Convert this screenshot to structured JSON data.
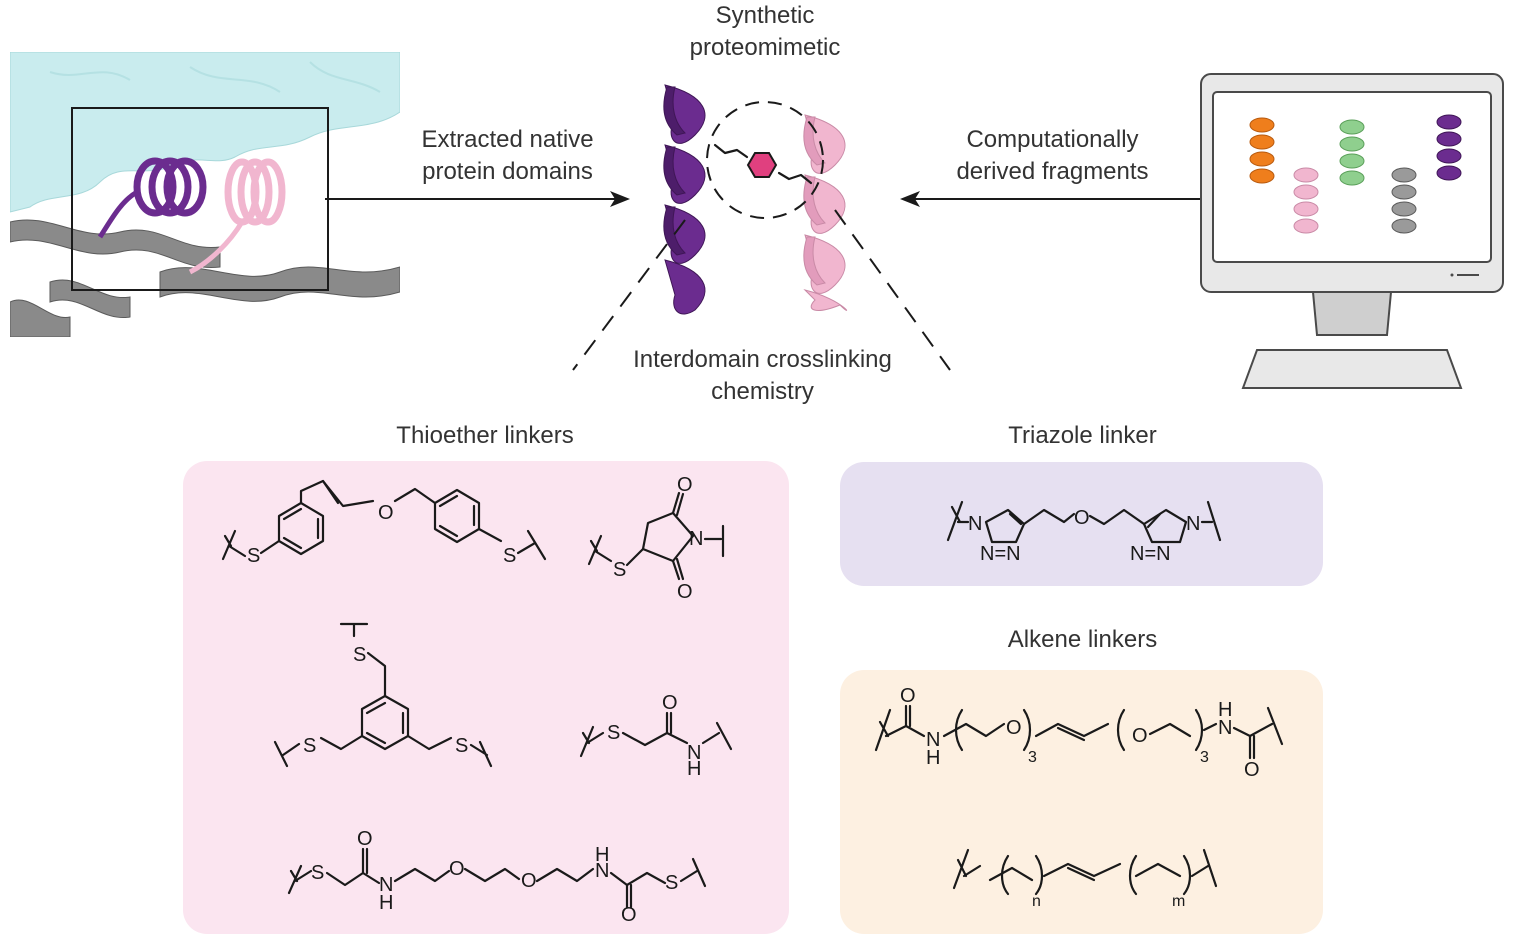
{
  "top": {
    "title_line1": "Synthetic",
    "title_line2": "proteomimetic",
    "left_arrow_line1": "Extracted native",
    "left_arrow_line2": "protein domains",
    "right_arrow_line1": "Computationally",
    "right_arrow_line2": "derived fragments",
    "center_bottom_line1": "Interdomain crosslinking",
    "center_bottom_line2": "chemistry"
  },
  "panels": {
    "thioether_title": "Thioether linkers",
    "triazole_title": "Triazole linker",
    "alkene_title": "Alkene linkers"
  },
  "atoms": {
    "S": "S",
    "O": "O",
    "N": "N",
    "H": "H",
    "NN": "N=N",
    "sub3": "3",
    "subn": "n",
    "subm": "m"
  },
  "colors": {
    "thioether_bg": "#fbe5f0",
    "triazole_bg": "#e6e0f1",
    "alkene_bg": "#fdf0e1",
    "purple": "#6b2c8f",
    "pink": "#f1b6cf",
    "cyan": "#c9ecee",
    "grey": "#8a8a8a",
    "orange": "#ef7e1c",
    "green": "#8fcf8e"
  }
}
